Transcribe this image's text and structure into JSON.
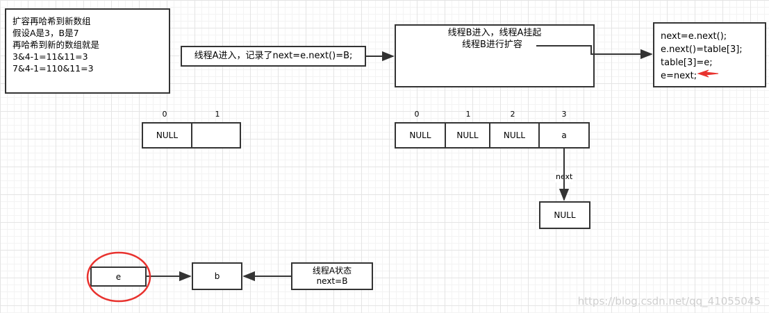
{
  "note": {
    "lines": [
      "扩容再哈希到新数组",
      "假设A是3，B是7",
      "再哈希到新的数组就是",
      "3&4-1=11&11=3",
      "7&4-1=110&11=3"
    ]
  },
  "threadA_box": {
    "text": "线程A进入，记录了next=e.next()=B;"
  },
  "threadB_box": {
    "line1": "线程B进入，线程A挂起",
    "line2": "线程B进行扩容"
  },
  "code_box": {
    "lines": [
      "next=e.next();",
      "e.next()=table[3];",
      "table[3]=e;",
      "e=next;"
    ]
  },
  "old_table": {
    "indices": [
      "0",
      "1"
    ],
    "cells": [
      "NULL",
      ""
    ]
  },
  "new_table": {
    "indices": [
      "0",
      "1",
      "2",
      "3"
    ],
    "cells": [
      "NULL",
      "NULL",
      "NULL",
      "a"
    ]
  },
  "next_label": "next",
  "next_node": "NULL",
  "bottom": {
    "e_node": "e",
    "b_node": "b",
    "state_line1": "线程A状态",
    "state_line2": "next=B"
  },
  "watermark": "https://blog.csdn.net/qq_41055045",
  "colors": {
    "highlight_red": "#e8322e",
    "stroke": "#333333"
  }
}
